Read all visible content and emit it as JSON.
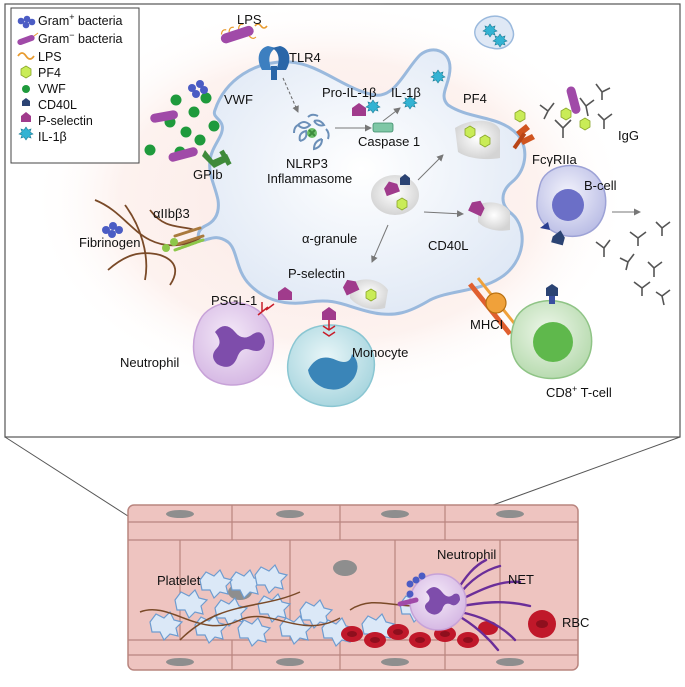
{
  "legend": {
    "items": [
      {
        "label": "Gram",
        "sup": "+",
        "suffix": " bacteria",
        "icon": "gram-positive-bacteria-icon"
      },
      {
        "label": "Gram",
        "sup": "−",
        "suffix": " bacteria",
        "icon": "gram-negative-bacteria-icon"
      },
      {
        "label": "LPS",
        "sup": "",
        "suffix": "",
        "icon": "lps-icon"
      },
      {
        "label": "PF4",
        "sup": "",
        "suffix": "",
        "icon": "pf4-icon"
      },
      {
        "label": "VWF",
        "sup": "",
        "suffix": "",
        "icon": "vwf-icon"
      },
      {
        "label": "CD40L",
        "sup": "",
        "suffix": "",
        "icon": "cd40l-icon"
      },
      {
        "label": "P-selectin",
        "sup": "",
        "suffix": "",
        "icon": "p-selectin-icon"
      },
      {
        "label": "IL-1β",
        "sup": "",
        "suffix": "",
        "icon": "il1b-icon"
      }
    ]
  },
  "labels": {
    "lps_top": "LPS",
    "tlr4": "TLR4",
    "vwf": "VWF",
    "gpib": "GPIb",
    "pro_il1b": "Pro-IL-1β",
    "il1b": "IL-1β",
    "caspase1": "Caspase 1",
    "nlrp3": "NLRP3",
    "inflammasome": "Inflammasome",
    "pf4": "PF4",
    "igg": "IgG",
    "fcgr": "FcγRIIa",
    "integrin": "αIIbβ3",
    "fibrinogen": "Fibrinogen",
    "alpha_granule": "α-granule",
    "cd40l": "CD40L",
    "bcell": "B-cell",
    "pselectin": "P-selectin",
    "psgl1": "PSGL-1",
    "neutrophil": "Neutrophil",
    "monocyte": "Monocyte",
    "mhci": "MHCI",
    "cd8_pre": "CD8",
    "cd8_sup": "+",
    "cd8_post": " T-cell",
    "platelet": "Platelet",
    "neutrophil_vessel": "Neutrophil",
    "net": "NET",
    "rbc": "RBC"
  },
  "colors": {
    "platelet_fill": "#e3eaf6",
    "platelet_stroke": "#8fb0d6",
    "vessel": "#eec4c0",
    "vessel_stroke": "#b9857f",
    "rbc": "#c0182a",
    "net": "#6a2e99",
    "pselectin": "#a03b8c",
    "cd40l": "#2b4373",
    "pf4": "#c9ec57",
    "vwf": "#1f9a3c",
    "il1b": "#33b3d3",
    "gram_pos": "#4b5cc4",
    "lps": "#e89b2f"
  }
}
